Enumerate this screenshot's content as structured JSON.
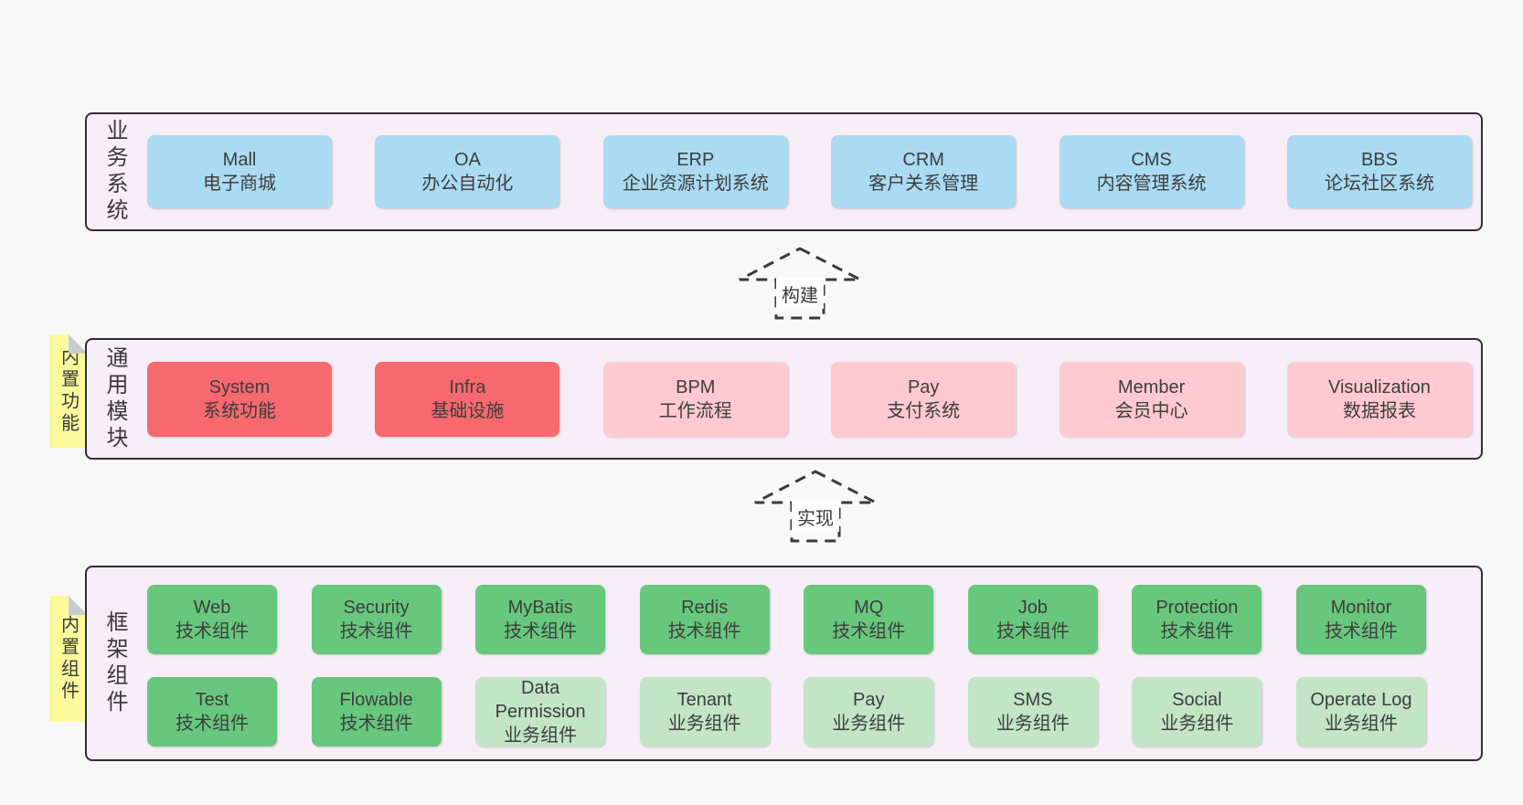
{
  "layers": {
    "business": {
      "label": "业务系统",
      "boxes": [
        {
          "name": "Mall",
          "desc": "电子商城",
          "variant": "blue"
        },
        {
          "name": "OA",
          "desc": "办公自动化",
          "variant": "blue"
        },
        {
          "name": "ERP",
          "desc": "企业资源计划系统",
          "variant": "blue"
        },
        {
          "name": "CRM",
          "desc": "客户关系管理",
          "variant": "blue"
        },
        {
          "name": "CMS",
          "desc": "内容管理系统",
          "variant": "blue"
        },
        {
          "name": "BBS",
          "desc": "论坛社区系统",
          "variant": "blue"
        }
      ]
    },
    "modules": {
      "label": "通用模块",
      "note": "内置功能",
      "boxes": [
        {
          "name": "System",
          "desc": "系统功能",
          "variant": "red"
        },
        {
          "name": "Infra",
          "desc": "基础设施",
          "variant": "red"
        },
        {
          "name": "BPM",
          "desc": "工作流程",
          "variant": "pink"
        },
        {
          "name": "Pay",
          "desc": "支付系统",
          "variant": "pink"
        },
        {
          "name": "Member",
          "desc": "会员中心",
          "variant": "pink"
        },
        {
          "name": "Visualization",
          "desc": "数据报表",
          "variant": "pink"
        }
      ]
    },
    "framework": {
      "label": "框架组件",
      "note": "内置组件",
      "row1": [
        {
          "name": "Web",
          "desc": "技术组件",
          "variant": "green"
        },
        {
          "name": "Security",
          "desc": "技术组件",
          "variant": "green"
        },
        {
          "name": "MyBatis",
          "desc": "技术组件",
          "variant": "green"
        },
        {
          "name": "Redis",
          "desc": "技术组件",
          "variant": "green"
        },
        {
          "name": "MQ",
          "desc": "技术组件",
          "variant": "green"
        },
        {
          "name": "Job",
          "desc": "技术组件",
          "variant": "green"
        },
        {
          "name": "Protection",
          "desc": "技术组件",
          "variant": "green"
        },
        {
          "name": "Monitor",
          "desc": "技术组件",
          "variant": "green"
        }
      ],
      "row2": [
        {
          "name": "Test",
          "desc": "技术组件",
          "variant": "green"
        },
        {
          "name": "Flowable",
          "desc": "技术组件",
          "variant": "green"
        },
        {
          "name": "Data Permission",
          "desc": "业务组件",
          "variant": "light-green"
        },
        {
          "name": "Tenant",
          "desc": "业务组件",
          "variant": "light-green"
        },
        {
          "name": "Pay",
          "desc": "业务组件",
          "variant": "light-green"
        },
        {
          "name": "SMS",
          "desc": "业务组件",
          "variant": "light-green"
        },
        {
          "name": "Social",
          "desc": "业务组件",
          "variant": "light-green"
        },
        {
          "name": "Operate Log",
          "desc": "业务组件",
          "variant": "light-green"
        }
      ]
    }
  },
  "arrows": {
    "build": "构建",
    "implement": "实现"
  },
  "colors": {
    "background": "#f8f8f8",
    "container": "#f8eef7",
    "border": "#2e2e2e",
    "blue": "#aadbf3",
    "red": "#f7696f",
    "pink": "#ffc9d2",
    "green": "#67c87d",
    "light_green": "#c2e5c6",
    "note_yellow": "#fafa9d"
  }
}
